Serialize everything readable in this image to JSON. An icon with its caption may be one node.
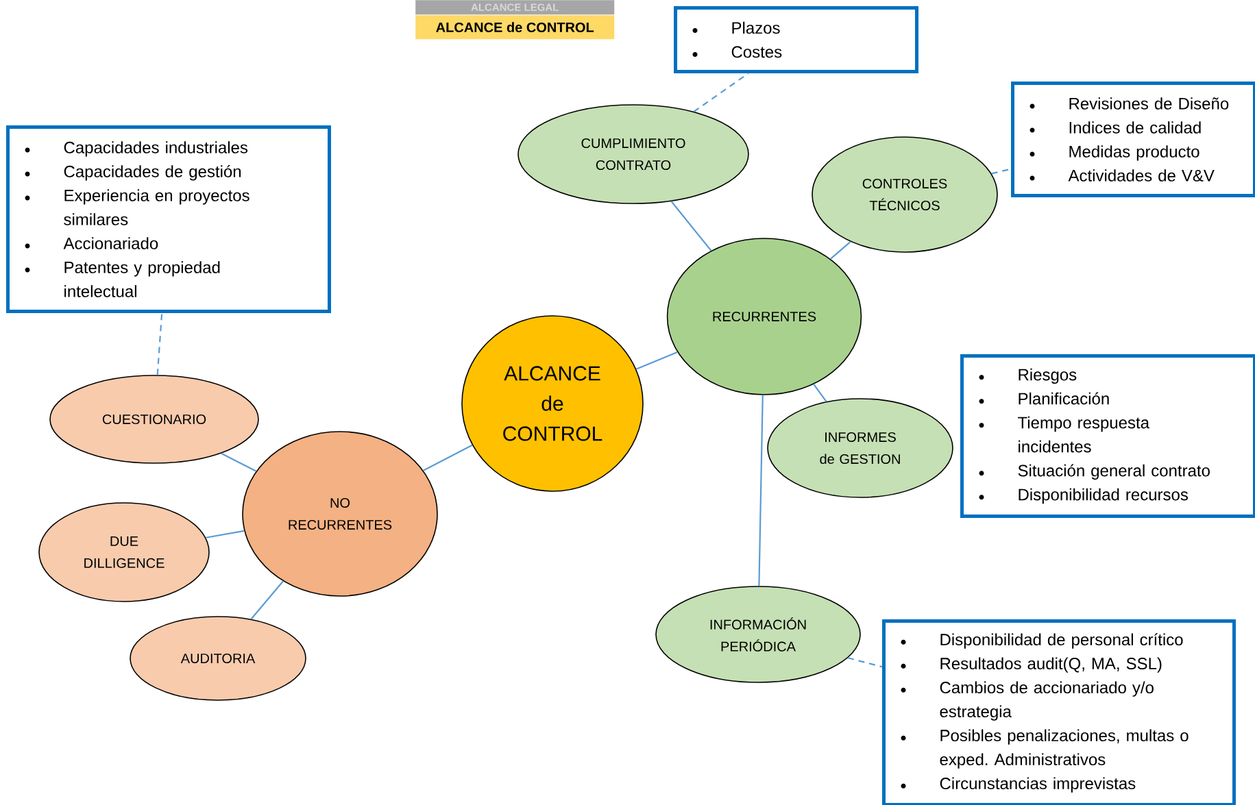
{
  "diagram": {
    "nodes": [
      {
        "text": [
          "ALCANCE de CONTROL"
        ]
      },
      {
        "text": [
          "RECURRENTES"
        ]
      },
      {
        "text": [
          "NO RECURRENTES"
        ]
      },
      {
        "text": [
          "CUMPLIMIENTO CONTRATO"
        ]
      },
      {
        "text": [
          "CONTROLES TÉCNICOS"
        ]
      },
      {
        "text": [
          "INFORMES de GESTION"
        ]
      },
      {
        "text": [
          "INFORMACIÓN PERIÓDICA"
        ]
      },
      {
        "text": [
          "CUESTIONARIO"
        ]
      },
      {
        "text": [
          "DUE DILLIGENCE"
        ]
      },
      {
        "text": [
          "AUDITORIA"
        ]
      },
      {
        "text": [
          "Plazos",
          "Costes"
        ]
      },
      {
        "text": [
          "Revisiones de Diseño",
          "Indices de calidad",
          "Medidas producto",
          "Actividades de V&V"
        ]
      },
      {
        "text": [
          "Capacidades industriales",
          "Capacidades de gestión",
          "Experiencia en proyectos similares",
          "Accionariado",
          "Patentes y propiedad intelectual"
        ]
      },
      {
        "text": [
          "Riesgos",
          "Planificación",
          "Tiempo respuesta incidentes",
          "Situación general contrato",
          "Disponibilidad recursos"
        ]
      },
      {
        "text": [
          "Disponibilidad de personal crítico",
          "Resultados audit(Q, MA, SSL)",
          "Cambios de accionariado y/o estrategia",
          "Posibles penalizaciones, multas o exped. Administrativos",
          "Circunstancias imprevistas"
        ]
      }
    ],
    "edges": [
      {
        "from": 0,
        "to": 1,
        "arrow": "none"
      },
      {
        "from": 0,
        "to": 2,
        "arrow": "none"
      },
      {
        "from": 1,
        "to": 3,
        "arrow": "none"
      },
      {
        "from": 1,
        "to": 4,
        "arrow": "none"
      },
      {
        "from": 1,
        "to": 5,
        "arrow": "none"
      },
      {
        "from": 1,
        "to": 6,
        "arrow": "none"
      },
      {
        "from": 2,
        "to": 7,
        "arrow": "none"
      },
      {
        "from": 2,
        "to": 8,
        "arrow": "none"
      },
      {
        "from": 2,
        "to": 9,
        "arrow": "none"
      },
      {
        "from": 3,
        "to": 10,
        "arrow": "none",
        "style": "dashed"
      },
      {
        "from": 4,
        "to": 11,
        "arrow": "none",
        "style": "dashed"
      },
      {
        "from": 7,
        "to": 12,
        "arrow": "none",
        "style": "dashed"
      },
      {
        "from": 6,
        "to": 14,
        "arrow": "none",
        "style": "dashed"
      }
    ],
    "labels": [
      "ALCANCE LEGAL",
      "ALCANCE de CONTROL"
    ]
  }
}
